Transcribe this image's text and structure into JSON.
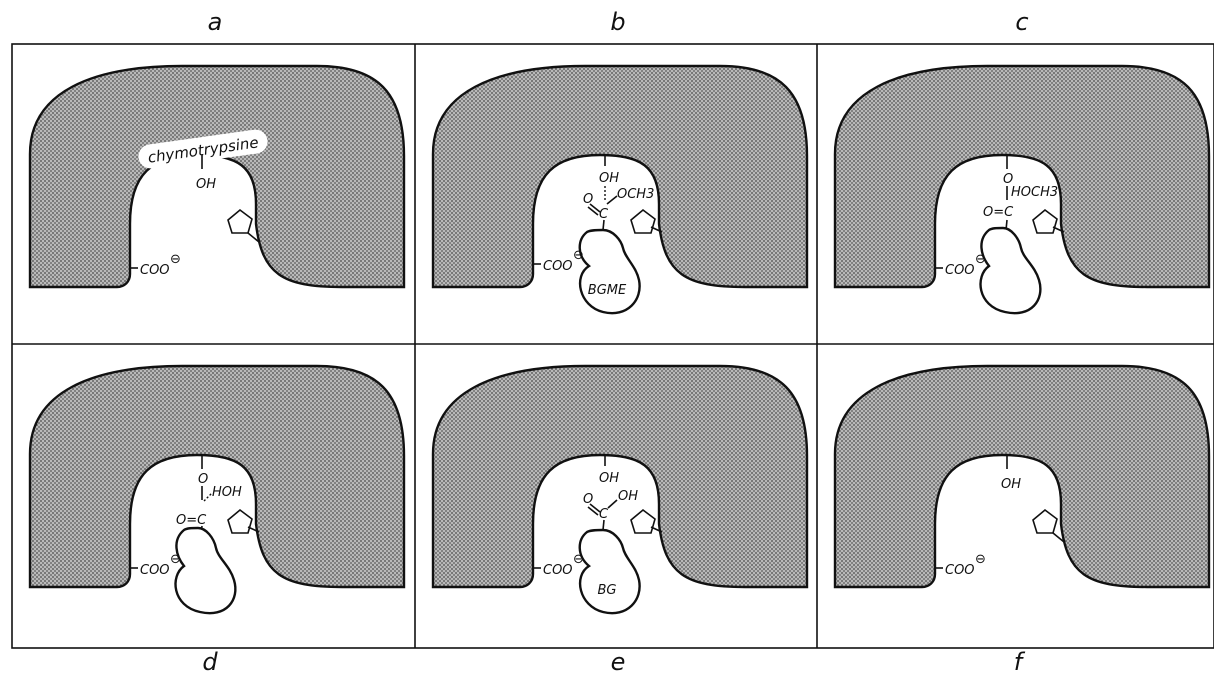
{
  "panels": [
    {
      "id": "a",
      "label": "a",
      "enzyme_label": "chymotrypsine",
      "hydroxyl": "OH",
      "carboxylate": "COO",
      "charge": "⊖"
    },
    {
      "id": "b",
      "label": "b",
      "hydroxyl": "OH",
      "methoxy": "OCH3",
      "carbonyl_o": "O",
      "carbon": "C",
      "substrate": "BGME",
      "carboxylate": "COO",
      "charge": "⊖"
    },
    {
      "id": "c",
      "label": "c",
      "ester_o": "O",
      "methanol": "HOCH3",
      "carbonyl": "O=C",
      "carboxylate": "COO",
      "charge": "⊖"
    },
    {
      "id": "d",
      "label": "d",
      "ester_o": "O",
      "water": "HOH",
      "carbonyl": "O=C",
      "carboxylate": "COO",
      "charge": "⊖"
    },
    {
      "id": "e",
      "label": "e",
      "hydroxyl": "OH",
      "acid_oh": "OH",
      "carbonyl_o": "O",
      "carbon": "C",
      "substrate": "BG",
      "carboxylate": "COO",
      "charge": "⊖"
    },
    {
      "id": "f",
      "label": "f",
      "hydroxyl": "OH",
      "carboxylate": "COO",
      "charge": "⊖"
    }
  ]
}
